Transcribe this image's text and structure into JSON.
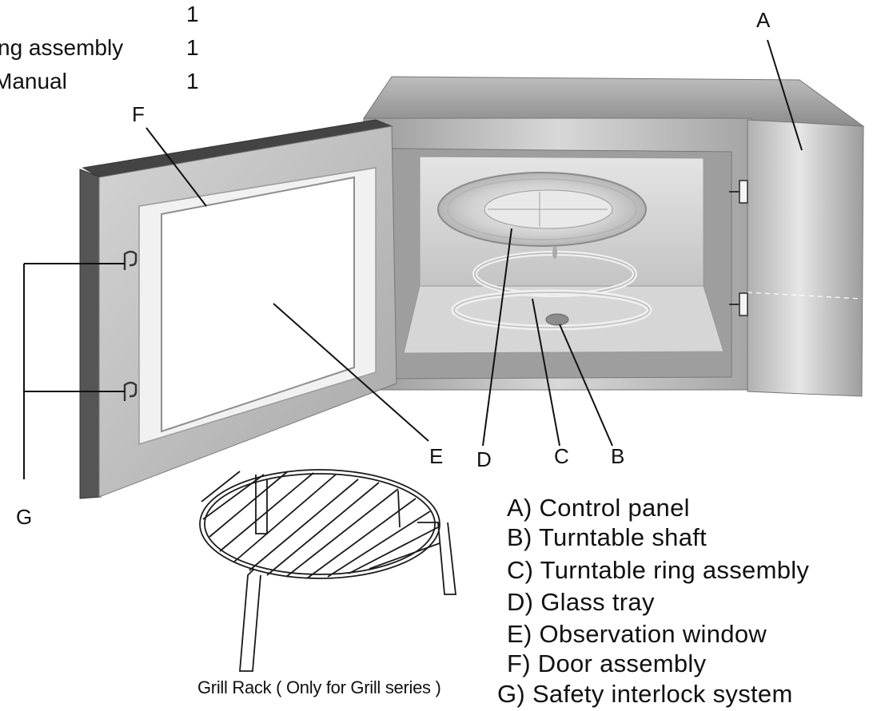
{
  "parts_list": [
    {
      "label": "",
      "qty": "1"
    },
    {
      "label": "ng assembly",
      "qty": "1"
    },
    {
      "label": "Manual",
      "qty": "1"
    }
  ],
  "callouts": {
    "a": "A",
    "b": "B",
    "c": "C",
    "d": "D",
    "e": "E",
    "f": "F",
    "g": "G"
  },
  "legend": [
    "A) Control panel",
    "B) Turntable shaft",
    "C) Turntable ring assembly",
    "D) Glass tray",
    "E) Observation window",
    "F) Door assembly",
    "G) Safety interlock system"
  ],
  "rack_caption": "Grill Rack ( Only for Grill series )",
  "colors": {
    "ink": "#111111",
    "body_light": "#dedede",
    "body_mid": "#b8b8b8",
    "body_dark": "#8a8a8a",
    "door_edge": "#555555"
  }
}
